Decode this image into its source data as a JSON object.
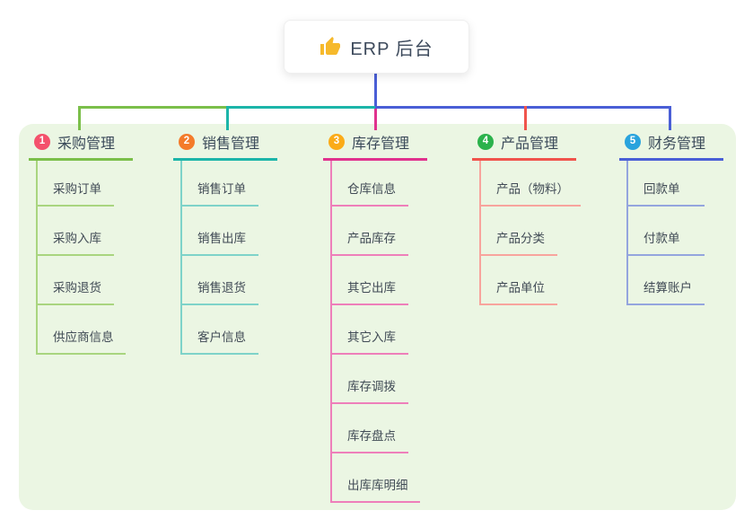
{
  "root": {
    "title": "ERP 后台",
    "icon": "thumbs-up-icon",
    "icon_color": "#f6b92b",
    "box_color": "#ffffff",
    "text_color": "#3d4a5c"
  },
  "panel": {
    "background_color": "#ebf6e3"
  },
  "branches": [
    {
      "num": "1",
      "label": "采购管理",
      "badge_color": "#f4516c",
      "line_color": "#7bbf4a",
      "light_color": "#a9d57f",
      "children": [
        "采购订单",
        "采购入库",
        "采购退货",
        "供应商信息"
      ]
    },
    {
      "num": "2",
      "label": "销售管理",
      "badge_color": "#f47b2a",
      "line_color": "#1cb5a9",
      "light_color": "#7ed3c9",
      "children": [
        "销售订单",
        "销售出库",
        "销售退货",
        "客户信息"
      ]
    },
    {
      "num": "3",
      "label": "库存管理",
      "badge_color": "#fbab18",
      "line_color": "#e0328e",
      "light_color": "#ee7fba",
      "children": [
        "仓库信息",
        "产品库存",
        "其它出库",
        "其它入库",
        "库存调拨",
        "库存盘点",
        "出库库明细"
      ]
    },
    {
      "num": "4",
      "label": "产品管理",
      "badge_color": "#2bb24c",
      "line_color": "#f0544c",
      "light_color": "#f8a49d",
      "children": [
        "产品（物料）",
        "产品分类",
        "产品单位"
      ]
    },
    {
      "num": "5",
      "label": "财务管理",
      "badge_color": "#29a3dd",
      "line_color": "#4a5fd6",
      "light_color": "#94a5de",
      "children": [
        "回款单",
        "付款单",
        "结算账户"
      ]
    }
  ]
}
